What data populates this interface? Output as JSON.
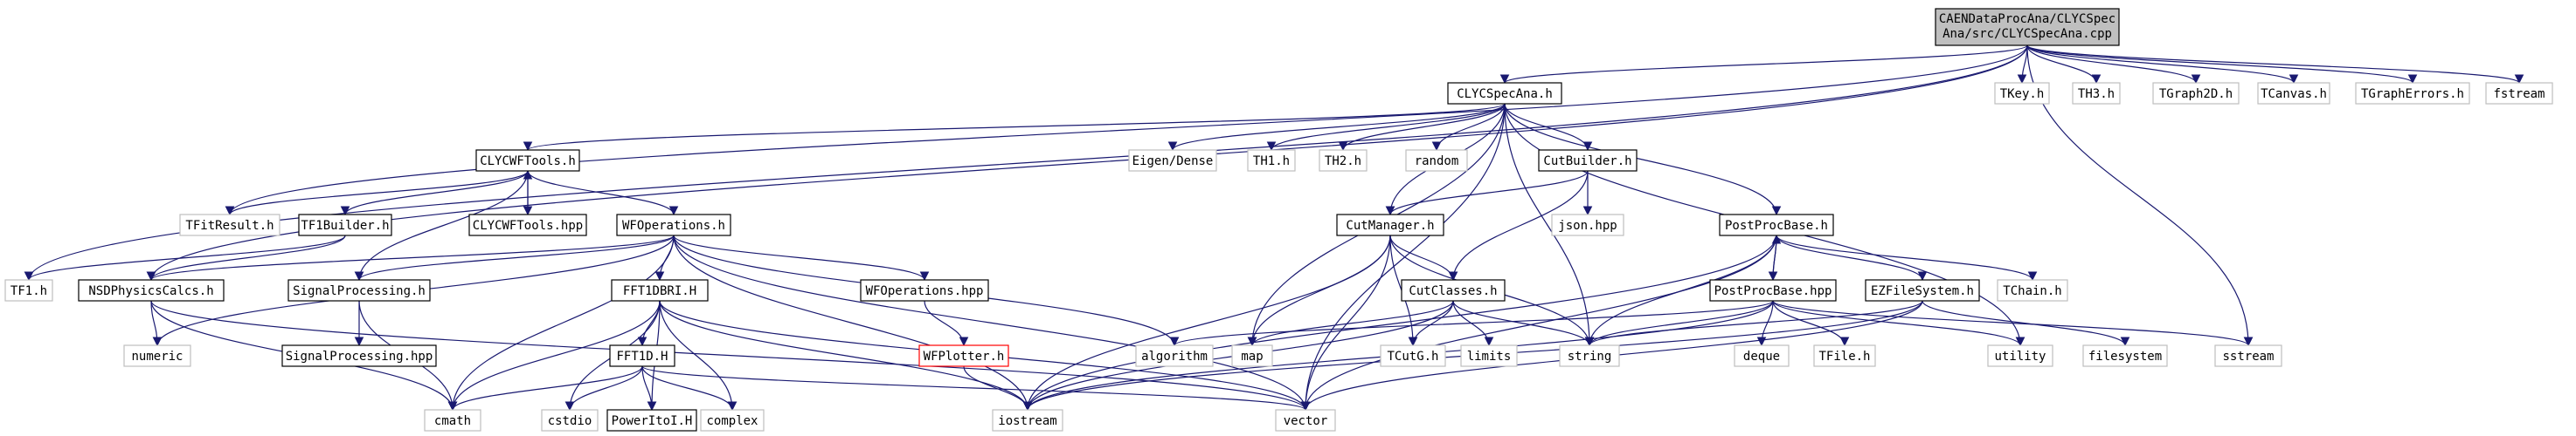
{
  "colors": {
    "edge": "#191970",
    "node_border_strong": "#000000",
    "node_border_weak": "#bfbfbf",
    "node_border_missing": "#ff0000",
    "root_fill": "#bfbfbf",
    "node_fill": "#ffffff"
  },
  "nodes": {
    "root": {
      "line1": "CAENDataProcAna/CLYCSpec",
      "line2": "Ana/src/CLYCSpecAna.cpp"
    },
    "clycspecana_h": "CLYCSpecAna.h",
    "tkey_h": "TKey.h",
    "th3_h": "TH3.h",
    "tgraph2d_h": "TGraph2D.h",
    "tcanvas_h": "TCanvas.h",
    "tgrapherrors_h": "TGraphErrors.h",
    "fstream": "fstream",
    "clycwftools_h": "CLYCWFTools.h",
    "eigen_dense": "Eigen/Dense",
    "th1_h": "TH1.h",
    "th2_h": "TH2.h",
    "random": "random",
    "cutbuilder_h": "CutBuilder.h",
    "tfitresult_h": "TFitResult.h",
    "tf1builder_h": "TF1Builder.h",
    "clycwftools_hpp": "CLYCWFTools.hpp",
    "wfoperations_h": "WFOperations.h",
    "json_hpp": "json.hpp",
    "cutmanager_h": "CutManager.h",
    "postprocbase_h": "PostProcBase.h",
    "tf1_h": "TF1.h",
    "nsdphysicscalcs_h": "NSDPhysicsCalcs.h",
    "signalprocessing_h": "SignalProcessing.h",
    "fft1dbri_h": "FFT1DBRI.H",
    "wfoperations_hpp": "WFOperations.hpp",
    "cutclasses_h": "CutClasses.h",
    "postprocbase_hpp": "PostProcBase.hpp",
    "ezfilesystem_h": "EZFileSystem.h",
    "tchain_h": "TChain.h",
    "numeric": "numeric",
    "signalprocessing_hpp": "SignalProcessing.hpp",
    "fft1d_h": "FFT1D.H",
    "wfplotter_h": "WFPlotter.h",
    "algorithm": "algorithm",
    "map": "map",
    "tcutg_h": "TCutG.h",
    "limits": "limits",
    "string": "string",
    "deque": "deque",
    "tfile_h": "TFile.h",
    "utility": "utility",
    "filesystem": "filesystem",
    "sstream": "sstream",
    "cmath": "cmath",
    "cstdio": "cstdio",
    "poweritoi_h": "PowerItoI.H",
    "complex": "complex",
    "iostream": "iostream",
    "vector": "vector"
  }
}
